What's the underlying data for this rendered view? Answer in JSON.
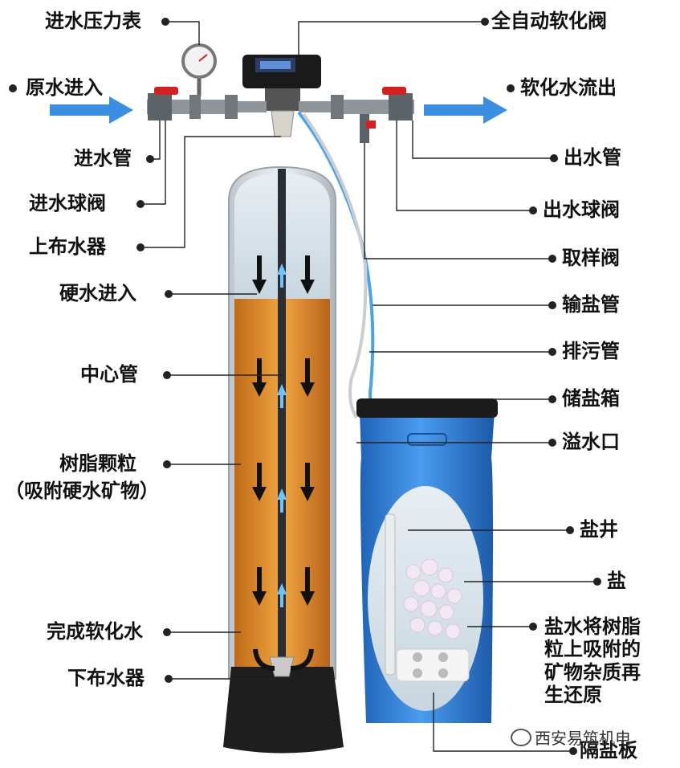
{
  "labels": {
    "pressure_gauge": "进水压力表",
    "raw_water_in": "原水进入",
    "inlet_pipe": "进水管",
    "inlet_ball_valve": "进水球阀",
    "upper_distributor": "上布水器",
    "hard_water_in": "硬水进入",
    "center_pipe": "中心管",
    "resin_1": "树脂颗粒",
    "resin_2": "（吸附硬水矿物）",
    "softened_done": "完成软化水",
    "lower_distributor": "下布水器",
    "auto_valve": "全自动软化阀",
    "soft_water_out": "软化水流出",
    "outlet_pipe": "出水管",
    "outlet_ball_valve": "出水球阀",
    "sampling_valve": "取样阀",
    "brine_line": "输盐管",
    "drain_line": "排污管",
    "brine_tank": "储盐箱",
    "overflow": "溢水口",
    "salt_well": "盐井",
    "salt": "盐",
    "regen_1": "盐水将树脂",
    "regen_2": "粒上吸附的",
    "regen_3": "矿物杂质再",
    "regen_4": "生还原",
    "brine_plate": "隔盐板",
    "watermark": "西安易筑机电"
  },
  "colors": {
    "arrow_blue": "#3a8fe0",
    "resin": "#d9892a",
    "tank_blue": "#2f7fd8",
    "valve_red": "#d42020",
    "line": "#222222"
  },
  "icons": [
    "dot-marker-icon",
    "flow-arrow-icon",
    "wechat-icon"
  ]
}
